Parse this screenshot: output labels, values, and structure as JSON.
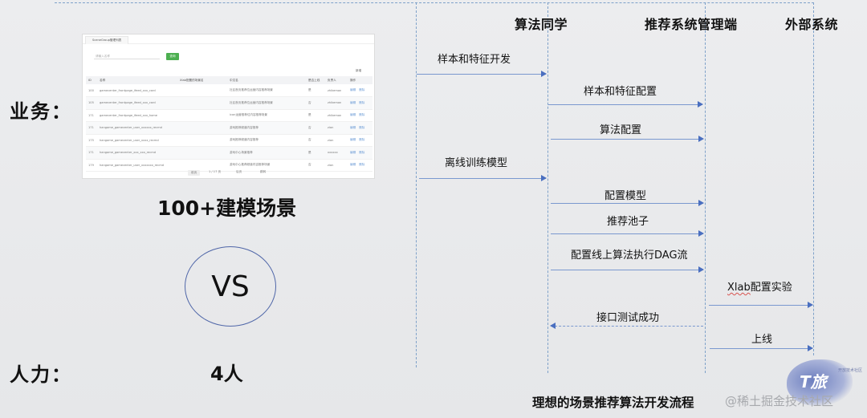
{
  "left_panel": {
    "business_label": "业务：",
    "manpower_label": "人力：",
    "scenes_stat": "100+建模场景",
    "people_stat": "4人",
    "vs_text": "VS"
  },
  "table_screenshot": {
    "tab_label": "SceneGroup管理列表",
    "search_placeholder": "请输入名称",
    "query_button": "查询",
    "add_link": "新增",
    "columns": [
      "ID",
      "名称",
      "Xlab配置的场景名",
      "中文名",
      "是否上线",
      "负责人",
      "操作"
    ],
    "rows": [
      {
        "id": "100",
        "name": "gamecenter_frontpage_ifeed_xxx_card",
        "xlab": "",
        "cn": "社区首页推荐位运营内容推荐场景",
        "online": "是",
        "owner": "zhikeman",
        "ops": [
          "编辑",
          "删除"
        ]
      },
      {
        "id": "105",
        "name": "gamecenter_frontpage_ifeed_xxx_card",
        "xlab": "",
        "cn": "社区首页推荐位运营内容推荐场景",
        "online": "否",
        "owner": "zhikeman",
        "ops": [
          "编辑",
          "删除"
        ]
      },
      {
        "id": "171",
        "name": "gamecenter_frontpage_ifeed_xxx_home",
        "xlab": "",
        "cn": "icon运营推荐位内容推荐场景",
        "online": "是",
        "owner": "zhikeman",
        "ops": [
          "编辑",
          "删除"
        ]
      },
      {
        "id": "171",
        "name": "hangame_gamecenter_user_xxxxxx_recmd",
        "xlab": "",
        "cn": "游戏推荐频道内容推荐",
        "online": "否",
        "owner": "zian",
        "ops": [
          "编辑",
          "删除"
        ]
      },
      {
        "id": "175",
        "name": "hangame_gamecenter_user_xxxx_recmd",
        "xlab": "",
        "cn": "游戏推荐频道内容推荐",
        "online": "否",
        "owner": "zian",
        "ops": [
          "编辑",
          "删除"
        ]
      },
      {
        "id": "171",
        "name": "hangame_gamecenter_xxx_xxx_recmd",
        "xlab": "",
        "cn": "游戏中心场景推荐",
        "online": "是",
        "owner": "xxxxxx",
        "ops": [
          "编辑",
          "删除"
        ]
      },
      {
        "id": "179",
        "name": "hangame_gamecenter_user_xxxxxxx_recmd",
        "xlab": "",
        "cn": "游戏中心推荐频道内容推荐场景",
        "online": "否",
        "owner": "zian",
        "ops": [
          "编辑",
          "删除"
        ]
      }
    ],
    "pager": {
      "prev": "前页",
      "range": "1 / 17 页",
      "next": "后页",
      "jump": "跳转"
    }
  },
  "diagram": {
    "actors": [
      "算法同学",
      "推荐系统管理端",
      "外部系统"
    ],
    "messages": [
      {
        "label": "样本和特征开发",
        "from": 0,
        "to": 1,
        "dir": "right"
      },
      {
        "label": "样本和特征配置",
        "from": 1,
        "to": 2,
        "dir": "right"
      },
      {
        "label": "算法配置",
        "from": 1,
        "to": 2,
        "dir": "right"
      },
      {
        "label": "离线训练模型",
        "from": 0,
        "to": 1,
        "dir": "right"
      },
      {
        "label": "配置模型",
        "from": 1,
        "to": 2,
        "dir": "right"
      },
      {
        "label": "推荐池子",
        "from": 1,
        "to": 2,
        "dir": "right"
      },
      {
        "label": "配置线上算法执行DAG流",
        "from": 1,
        "to": 2,
        "dir": "right"
      },
      {
        "label_prefix": "Xlab",
        "label_suffix": "配置实验",
        "from": 2,
        "to": 3,
        "dir": "right"
      },
      {
        "label": "接口测试成功",
        "from": 2,
        "to": 1,
        "dir": "left"
      },
      {
        "label": "上线",
        "from": 2,
        "to": 3,
        "dir": "right"
      }
    ],
    "caption": "理想的场景推荐算法开发流程",
    "colors": {
      "lifeline": "#7ea1c9",
      "arrow": "#4a6fc0"
    }
  },
  "watermark": {
    "text": "@稀土掘金技术社区",
    "logo_text": "T旅",
    "logo_sub": "开放技术社区"
  }
}
